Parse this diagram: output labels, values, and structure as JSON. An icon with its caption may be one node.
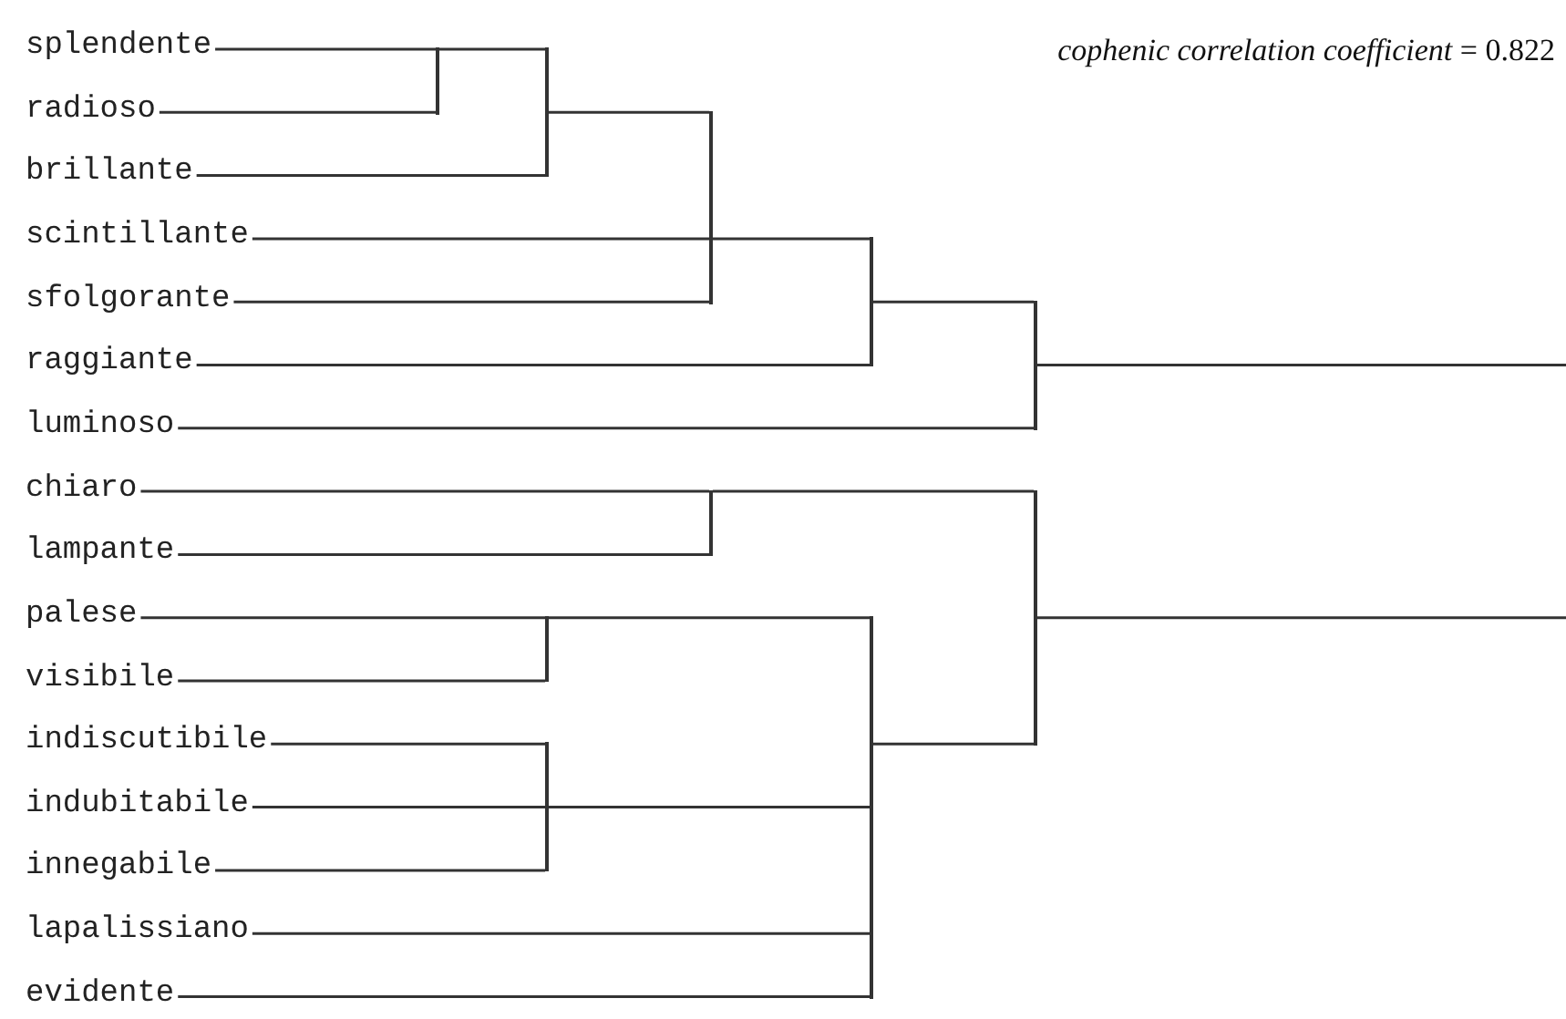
{
  "diagram": {
    "nodes": [
      {
        "text": [
          "splendente"
        ]
      },
      {
        "text": [
          "radioso"
        ]
      },
      {
        "text": [
          "brillante"
        ]
      },
      {
        "text": [
          "scintillante"
        ]
      },
      {
        "text": [
          "sfolgorante"
        ]
      },
      {
        "text": [
          "raggiante"
        ]
      },
      {
        "text": [
          "luminoso"
        ]
      },
      {
        "text": [
          "chiaro"
        ]
      },
      {
        "text": [
          "lampante"
        ]
      },
      {
        "text": [
          "palese"
        ]
      },
      {
        "text": [
          "visibile"
        ]
      },
      {
        "text": [
          "indiscutibile"
        ]
      },
      {
        "text": [
          "indubitabile"
        ]
      },
      {
        "text": [
          "innegabile"
        ]
      },
      {
        "text": [
          "lapalissiano"
        ]
      },
      {
        "text": [
          "evidente"
        ]
      },
      {
        "text": [],
        "shape": "bar"
      },
      {
        "text": [],
        "shape": "bar"
      },
      {
        "text": [],
        "shape": "bar"
      },
      {
        "text": [],
        "shape": "bar"
      },
      {
        "text": [],
        "shape": "bar"
      },
      {
        "text": [],
        "shape": "bar"
      },
      {
        "text": [],
        "shape": "bar"
      },
      {
        "text": [],
        "shape": "bar"
      },
      {
        "text": [],
        "shape": "bar"
      },
      {
        "text": [],
        "shape": "bar"
      }
    ],
    "edges": [
      {
        "from": 0,
        "to": 16,
        "arrow": "none"
      },
      {
        "from": 1,
        "to": 16,
        "arrow": "none"
      },
      {
        "from": 16,
        "to": 17,
        "arrow": "none"
      },
      {
        "from": 2,
        "to": 17,
        "arrow": "none"
      },
      {
        "from": 17,
        "to": 18,
        "arrow": "none"
      },
      {
        "from": 3,
        "to": 18,
        "arrow": "none"
      },
      {
        "from": 4,
        "to": 18,
        "arrow": "none"
      },
      {
        "from": 18,
        "to": 19,
        "arrow": "none"
      },
      {
        "from": 5,
        "to": 19,
        "arrow": "none"
      },
      {
        "from": 19,
        "to": 20,
        "arrow": "none"
      },
      {
        "from": 6,
        "to": 20,
        "arrow": "none"
      },
      {
        "from": 20,
        "to": null,
        "arrow": "none"
      },
      {
        "from": 7,
        "to": 21,
        "arrow": "none"
      },
      {
        "from": 8,
        "to": 21,
        "arrow": "none"
      },
      {
        "from": 9,
        "to": 22,
        "arrow": "none"
      },
      {
        "from": 10,
        "to": 22,
        "arrow": "none"
      },
      {
        "from": 11,
        "to": 23,
        "arrow": "none"
      },
      {
        "from": 12,
        "to": 23,
        "arrow": "none"
      },
      {
        "from": 13,
        "to": 23,
        "arrow": "none"
      },
      {
        "from": 22,
        "to": 24,
        "arrow": "none"
      },
      {
        "from": 23,
        "to": 24,
        "arrow": "none"
      },
      {
        "from": 14,
        "to": 24,
        "arrow": "none"
      },
      {
        "from": 15,
        "to": 24,
        "arrow": "none"
      },
      {
        "from": 21,
        "to": 25,
        "arrow": "none"
      },
      {
        "from": 24,
        "to": 25,
        "arrow": "none"
      },
      {
        "from": 25,
        "to": null,
        "arrow": "none"
      }
    ],
    "labels": [
      "*cophenic correlation coefficient* = 0.822"
    ]
  }
}
